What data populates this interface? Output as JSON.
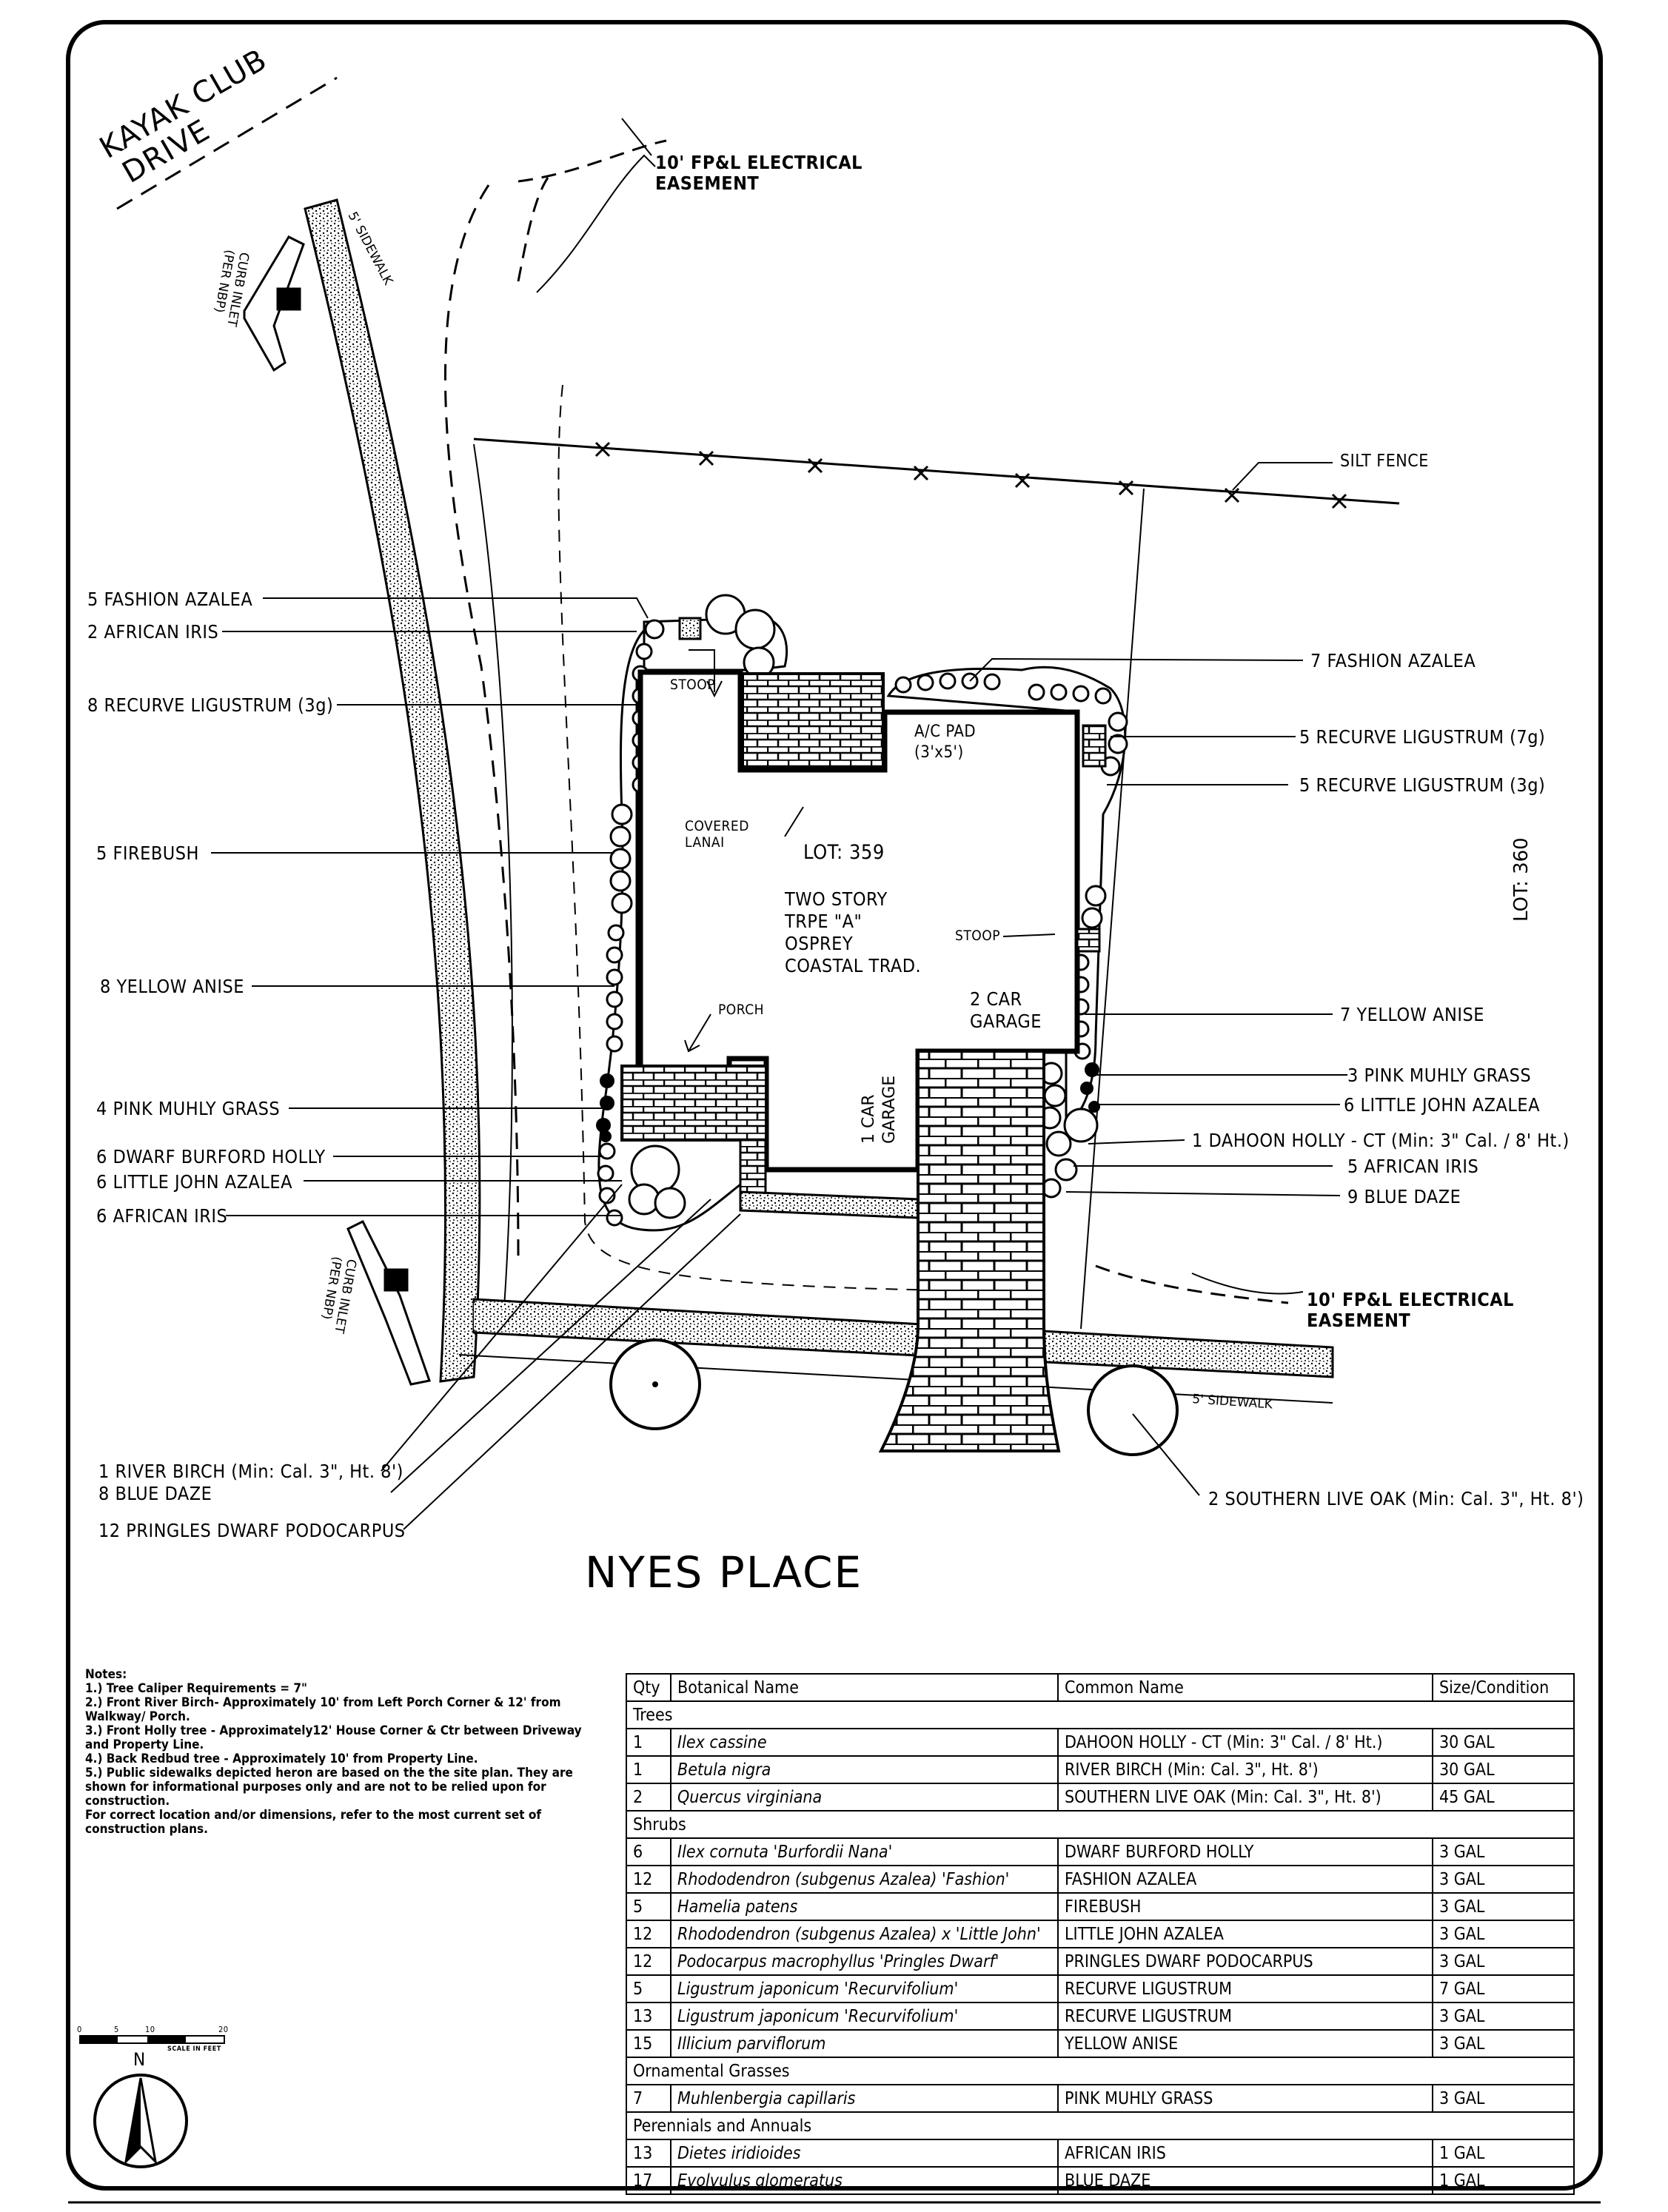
{
  "streets": {
    "kayak": [
      "KAYAK CLUB",
      "DRIVE"
    ],
    "nyes": "NYES PLACE"
  },
  "labels": {
    "sidewalk_top": "5' SIDEWALK",
    "curb_inlet_top": [
      "CURB INLET",
      "(PER NBP)"
    ],
    "curb_inlet_bottom": [
      "CURB INLET",
      "(PER NBP)"
    ],
    "easement_top": [
      "10' FP&L ELECTRICAL",
      "EASEMENT"
    ],
    "easement_bottom": [
      "10' FP&L ELECTRICAL",
      "EASEMENT"
    ],
    "silt_fence": "SILT FENCE",
    "sidewalk_bottom": "5' SIDEWALK",
    "stoop_top": "STOOP",
    "stoop_right": "STOOP",
    "ac_pad": [
      "A/C PAD",
      "(3'x5')"
    ],
    "covered_lanai": [
      "COVERED",
      "LANAI"
    ],
    "lot_359": "LOT: 359",
    "house_type": [
      "TWO STORY",
      "TRPE \"A\"",
      "OSPREY",
      "COASTAL TRAD."
    ],
    "porch": "PORCH",
    "two_car_garage": [
      "2 CAR",
      "GARAGE"
    ],
    "one_car_garage": [
      "1 CAR",
      "GARAGE"
    ],
    "lot_360": "LOT: 360"
  },
  "callouts_left": [
    "5 FASHION AZALEA",
    "2 AFRICAN IRIS",
    "8 RECURVE LIGUSTRUM (3g)",
    "5 FIREBUSH",
    "8 YELLOW ANISE",
    "4 PINK MUHLY GRASS",
    "6 DWARF BURFORD HOLLY",
    "6 LITTLE JOHN AZALEA",
    "6 AFRICAN IRIS"
  ],
  "callouts_right": [
    "7 FASHION AZALEA",
    "5 RECURVE LIGUSTRUM (7g)",
    "5 RECURVE LIGUSTRUM (3g)",
    "7 YELLOW ANISE",
    "3 PINK MUHLY GRASS",
    "6 LITTLE JOHN AZALEA",
    "1 DAHOON HOLLY - CT (Min: 3\" Cal. / 8' Ht.)",
    "5 AFRICAN IRIS",
    "9 BLUE DAZE"
  ],
  "callouts_bottom": [
    "1 RIVER BIRCH (Min: Cal. 3\", Ht. 8')",
    "8 BLUE DAZE",
    "12 PRINGLES DWARF PODOCARPUS"
  ],
  "callout_oak": "2 SOUTHERN LIVE OAK (Min: Cal. 3\", Ht. 8')",
  "notes": [
    "Notes:",
    "1.) Tree Caliper Requirements = 7\"",
    "2.) Front River Birch- Approximately 10' from Left Porch Corner & 12' from Walkway/ Porch.",
    "3.) Front Holly tree - Approximately12' House Corner & Ctr between Driveway and Property Line.",
    "4.) Back Redbud tree - Approximately 10' from Property Line.",
    "5.) Public sidewalks depicted heron are based on the the site plan. They are shown for informational purposes only and are not to be relied upon for construction.",
    "For correct location and/or dimensions, refer to the most current set of construction plans."
  ],
  "scale_label": "SCALE IN FEET",
  "scale_ticks": [
    "0",
    "5",
    "10",
    "20"
  ],
  "north": "N",
  "table": {
    "headers": [
      "Qty",
      "Botanical Name",
      "Common Name",
      "Size/Condition"
    ],
    "sections": [
      {
        "name": "Trees",
        "rows": [
          [
            "1",
            "Ilex cassine",
            "DAHOON HOLLY - CT (Min: 3\" Cal. / 8' Ht.)",
            "30 GAL"
          ],
          [
            "1",
            "Betula nigra",
            "RIVER BIRCH (Min: Cal. 3\", Ht. 8')",
            "30 GAL"
          ],
          [
            "2",
            "Quercus virginiana",
            "SOUTHERN LIVE OAK (Min: Cal. 3\", Ht. 8')",
            "45 GAL"
          ]
        ]
      },
      {
        "name": "Shrubs",
        "rows": [
          [
            "6",
            "Ilex cornuta 'Burfordii Nana'",
            "DWARF BURFORD HOLLY",
            "3 GAL"
          ],
          [
            "12",
            "Rhododendron (subgenus Azalea) 'Fashion'",
            "FASHION AZALEA",
            "3 GAL"
          ],
          [
            "5",
            "Hamelia patens",
            "FIREBUSH",
            "3 GAL"
          ],
          [
            "12",
            "Rhododendron (subgenus Azalea) x 'Little John'",
            "LITTLE JOHN AZALEA",
            "3 GAL"
          ],
          [
            "12",
            "Podocarpus macrophyllus 'Pringles Dwarf'",
            "PRINGLES DWARF PODOCARPUS",
            "3 GAL"
          ],
          [
            "5",
            "Ligustrum japonicum 'Recurvifolium'",
            "RECURVE LIGUSTRUM",
            "7 GAL"
          ],
          [
            "13",
            "Ligustrum japonicum 'Recurvifolium'",
            "RECURVE LIGUSTRUM",
            "3 GAL"
          ],
          [
            "15",
            "Illicium parviflorum",
            "YELLOW ANISE",
            "3 GAL"
          ]
        ]
      },
      {
        "name": "Ornamental Grasses",
        "rows": [
          [
            "7",
            "Muhlenbergia capillaris",
            "PINK MUHLY GRASS",
            "3 GAL"
          ]
        ]
      },
      {
        "name": "Perennials and Annuals",
        "rows": [
          [
            "13",
            "Dietes iridioides",
            "AFRICAN IRIS",
            "1 GAL"
          ],
          [
            "17",
            "Evolvulus glomeratus",
            "BLUE DAZE",
            "1 GAL"
          ]
        ]
      }
    ]
  }
}
